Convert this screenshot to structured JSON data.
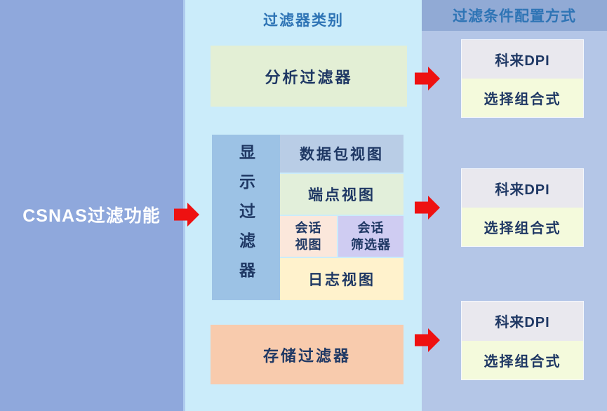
{
  "left": {
    "title": "CSNAS过滤功能"
  },
  "middle": {
    "header": "过滤器类别",
    "analysis_filter": "分析过滤器",
    "display_filter": {
      "vertical_label": "显示过滤器",
      "packet_view": "数据包视图",
      "endpoint_view": "端点视图",
      "session_view": "会话\n视图",
      "session_filter": "会话\n筛选器",
      "log_view": "日志视图"
    },
    "storage_filter": "存储过滤器"
  },
  "right": {
    "header": "过滤条件配置方式",
    "boxes": [
      {
        "top": "科来DPI",
        "bottom": "选择组合式"
      },
      {
        "top": "科来DPI",
        "bottom": "选择组合式"
      },
      {
        "top": "科来DPI",
        "bottom": "选择组合式"
      }
    ]
  },
  "colors": {
    "left_col": "#8FA8DC",
    "divider": "#AECBEE",
    "mid_col": "#CBECFA",
    "right_col": "#B4C6E7",
    "right_band": "#91AAD5",
    "header_text": "#2E74B5",
    "box_text": "#1F3864",
    "analysis_bg": "#E3EFD5",
    "display_left_bg": "#9CC2E5",
    "packet_bg": "#B9CDE6",
    "endpoint_bg": "#E2EFDA",
    "session_view_bg": "#FBE7DB",
    "session_filter_bg": "#CFCCF2",
    "log_bg": "#FFF2CC",
    "storage_bg": "#F8CBAD",
    "dpi_bg": "#E9E8EE",
    "combo_bg": "#F4FADC",
    "arrow": "#EE1111"
  }
}
